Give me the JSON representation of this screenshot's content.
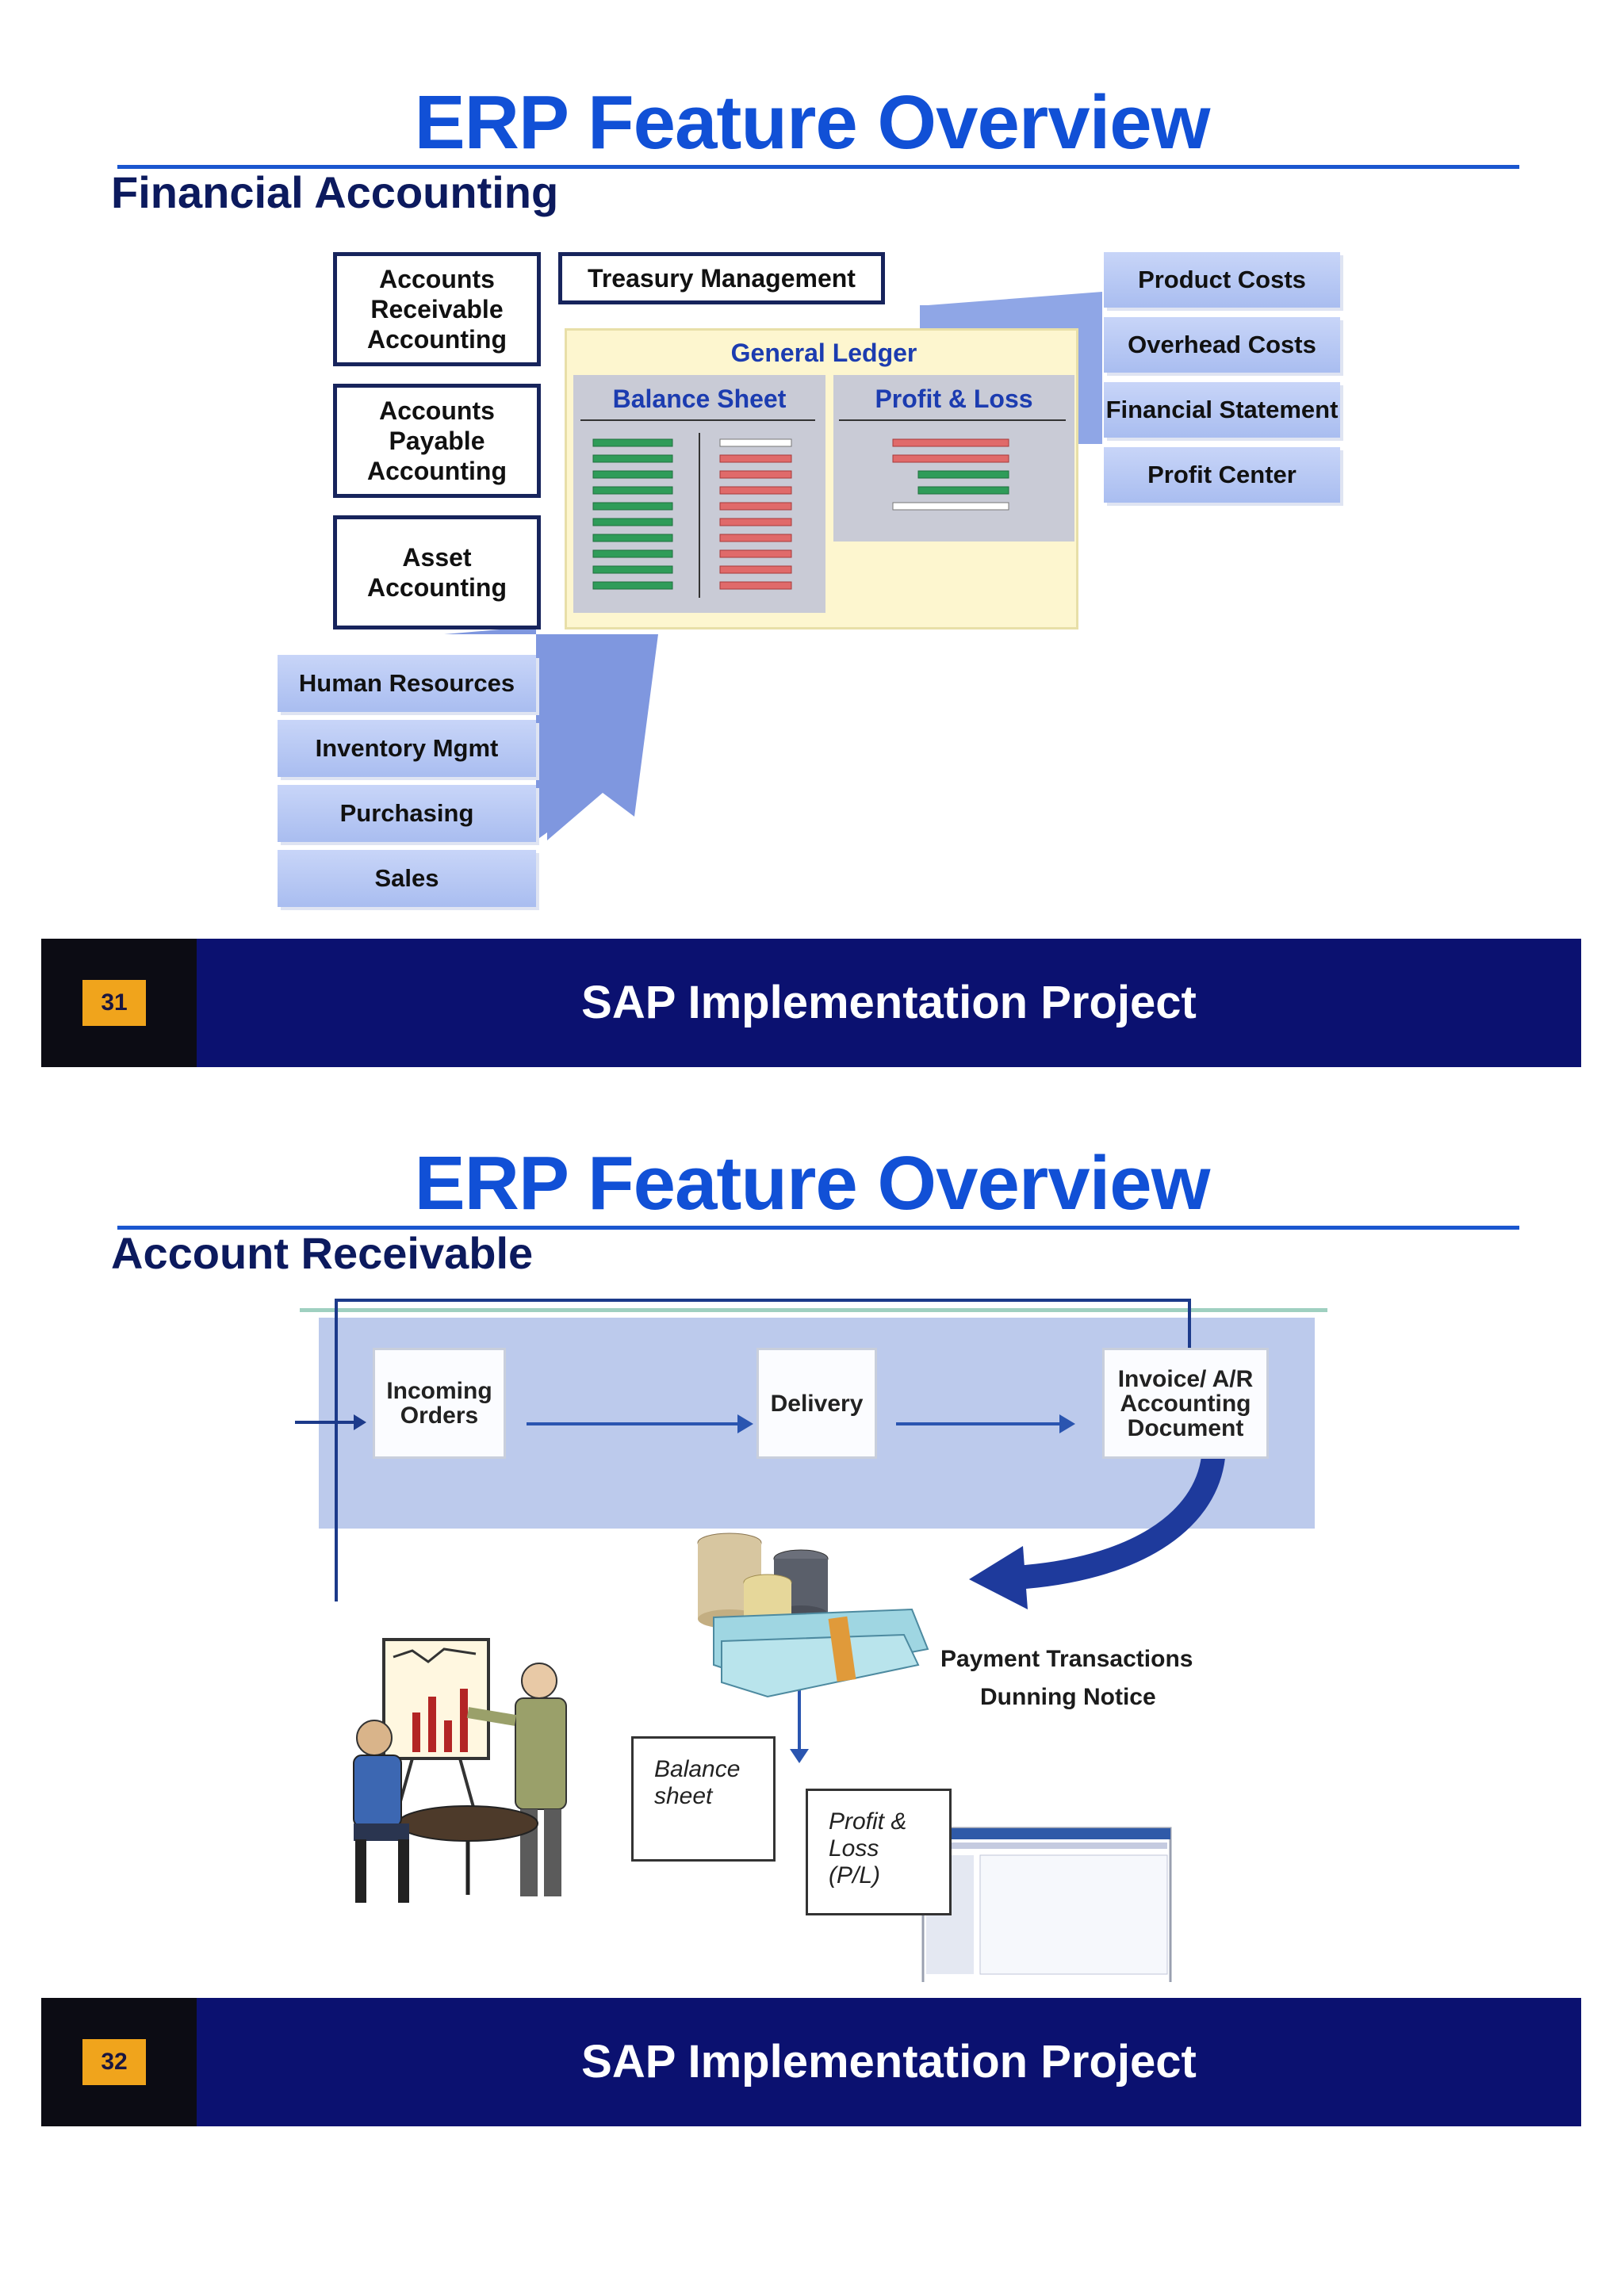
{
  "slides": [
    {
      "title": "ERP Feature Overview",
      "subtitle": "Financial Accounting",
      "left_modules": [
        "Accounts Receivable Accounting",
        "Accounts Payable Accounting",
        "Asset Accounting"
      ],
      "treasury": "Treasury Management",
      "general_ledger": {
        "title": "General Ledger",
        "balance_sheet": "Balance Sheet",
        "profit_loss": "Profit & Loss"
      },
      "right_modules": [
        "Product Costs",
        "Overhead Costs",
        "Financial Statement",
        "Profit Center"
      ],
      "bottom_modules": [
        "Human Resources",
        "Inventory Mgmt",
        "Purchasing",
        "Sales"
      ],
      "footer": {
        "page": "31",
        "text": "SAP Implementation Project"
      }
    },
    {
      "title": "ERP Feature Overview",
      "subtitle": "Account Receivable",
      "flow": [
        "Incoming Orders",
        "Delivery",
        "Invoice/ A/R Accounting Document"
      ],
      "payment_transactions": "Payment Transactions",
      "dunning_notice": "Dunning Notice",
      "balance_sheet_doc": "Balance sheet",
      "pl_doc": "Profit & Loss (P/L)",
      "footer": {
        "page": "32",
        "text": "SAP Implementation Project"
      }
    }
  ],
  "colors": {
    "title": "#1150d6",
    "subtitle": "#0c1a5e",
    "footer_bg": "#0b1170",
    "page_badge": "#f0a41c",
    "module_blue": "#b4c6f4",
    "ledger_bg": "#fdf6cf"
  }
}
